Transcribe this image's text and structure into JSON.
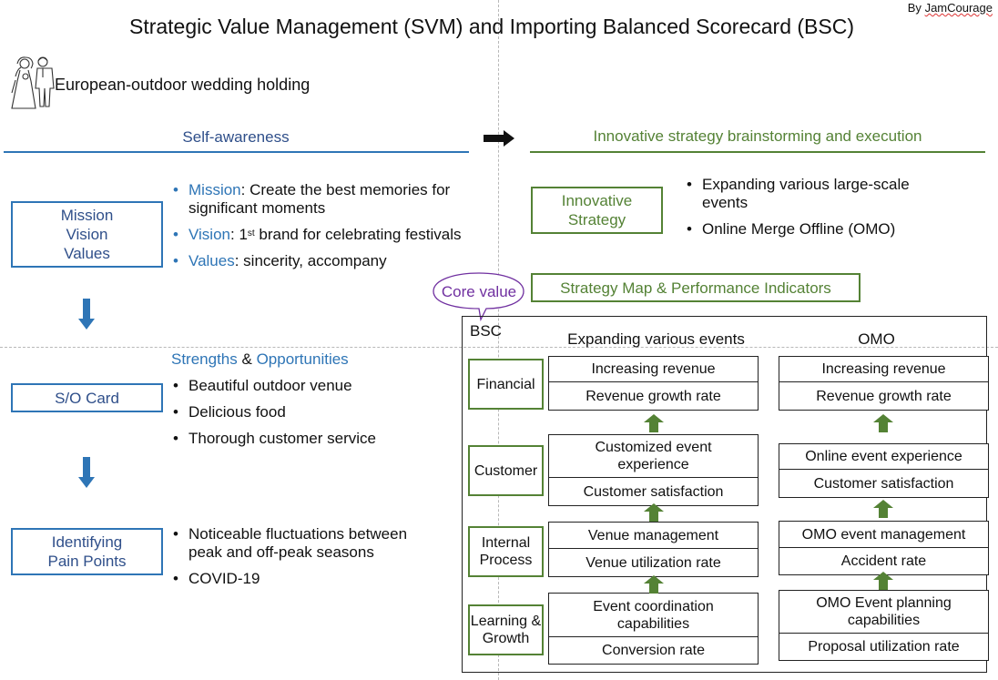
{
  "title": "Strategic Value Management (SVM) and Importing Balanced Scorecard (BSC)",
  "byline": {
    "prefix": "By ",
    "name": "JamCourage"
  },
  "subtitle": "European-outdoor wedding holding",
  "colors": {
    "blue": "#2e75b6",
    "navy": "#2f4f8a",
    "green": "#548235",
    "purple": "#7030a0"
  },
  "left": {
    "header": "Self-awareness",
    "mvv_box": [
      "Mission",
      "Vision",
      "Values"
    ],
    "mvv_items": [
      {
        "key": "Mission",
        "text": ": Create the best memories for significant moments"
      },
      {
        "key": "Vision",
        "text_a": ": 1",
        "sup": "st",
        "text_b": "  brand for celebrating festivals"
      },
      {
        "key": "Values",
        "text": ": sincerity, accompany"
      }
    ],
    "so_box": "S/O Card",
    "so_heading": {
      "a": "Strengths",
      "amp": " & ",
      "b": "Opportunities"
    },
    "so_items": [
      "Beautiful outdoor venue",
      "Delicious food",
      "Thorough customer service"
    ],
    "pain_box": [
      "Identifying",
      "Pain Points"
    ],
    "pain_items": [
      "Noticeable fluctuations between peak and off-peak seasons",
      "COVID-19"
    ]
  },
  "right": {
    "header": "Innovative strategy brainstorming and execution",
    "innov_box": [
      "Innovative",
      "Strategy"
    ],
    "innov_items": [
      "Expanding various large-scale events",
      "Online Merge Offline (OMO)"
    ],
    "map_box": "Strategy Map & Performance Indicators",
    "core_value": "Core value"
  },
  "bsc": {
    "label": "BSC",
    "columns": [
      "Expanding various events",
      "OMO"
    ],
    "perspectives": [
      "Financial",
      "Customer",
      "Internal Process",
      "Learning & Growth"
    ],
    "col1": {
      "financial": [
        "Increasing revenue",
        "Revenue growth rate"
      ],
      "customer": [
        "Customized event experience",
        "Customer satisfaction"
      ],
      "internal": [
        "Venue management",
        "Venue utilization rate"
      ],
      "learning": [
        "Event coordination capabilities",
        "Conversion rate"
      ]
    },
    "col2": {
      "financial": [
        "Increasing revenue",
        "Revenue growth rate"
      ],
      "customer": [
        "Online event experience",
        "Customer satisfaction"
      ],
      "internal": [
        "OMO event management",
        "Accident rate"
      ],
      "learning": [
        "OMO Event planning capabilities",
        "Proposal utilization rate"
      ]
    }
  },
  "icons": {
    "couple": "wedding-couple-icon",
    "right_arrow": "right-arrow-icon",
    "down_arrow": "down-arrow-icon",
    "up_arrow": "up-arrow-icon"
  }
}
